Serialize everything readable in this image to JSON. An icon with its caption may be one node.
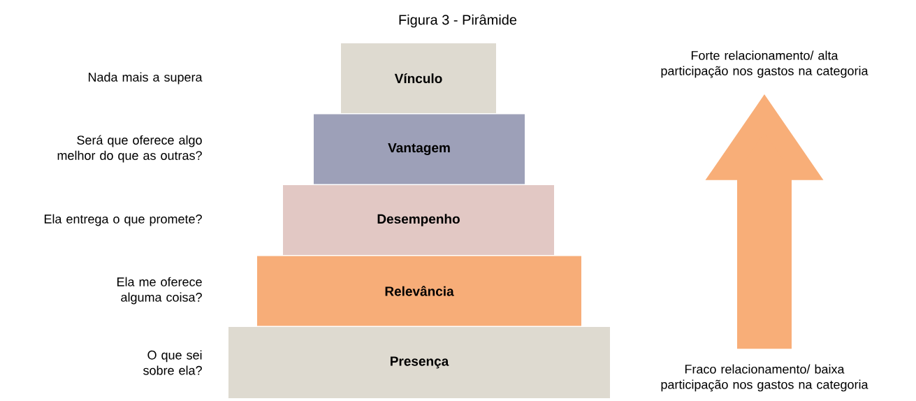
{
  "diagram": {
    "title": "Figura 3 - Pirâmide",
    "nodes": [
      {
        "text": [
          "Vínculo"
        ]
      },
      {
        "text": [
          "Vantagem"
        ]
      },
      {
        "text": [
          "Desempenho"
        ]
      },
      {
        "text": [
          "Relevância"
        ]
      },
      {
        "text": [
          "Presença"
        ]
      },
      {
        "text": [
          "Forte relacionamento/ alta participação nos gastos na categoria"
        ]
      },
      {
        "text": [
          "Fraco relacionamento/ baixa participação nos gastos na categoria"
        ]
      }
    ],
    "edges": [
      {
        "from": 6,
        "to": 5,
        "arrow": "to",
        "color": "#f8ae78"
      }
    ],
    "labels": [
      "Nada mais a supera",
      "Será que oferece algo melhor do que as outras?",
      "Ela entrega o que promete?",
      "Ela me oferece alguma coisa?",
      "O que sei sobre ela?"
    ]
  }
}
